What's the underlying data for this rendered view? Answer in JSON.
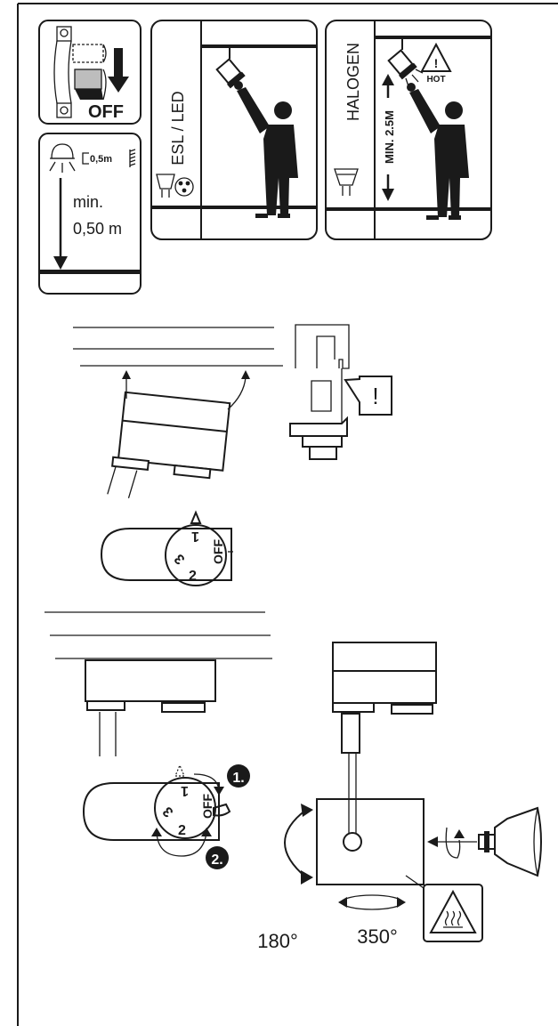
{
  "colors": {
    "ink": "#1a1a1a",
    "paper": "#ffffff",
    "grey": "#bdbdbd"
  },
  "panels": {
    "switch_off": {
      "label": "OFF",
      "icons": [
        "circuit-breaker-icon",
        "down-arrow-icon"
      ]
    },
    "distance": {
      "badge": "0,5m",
      "min_label": "min.",
      "distance_label": "0,50 m",
      "icons": [
        "lamp-icon",
        "arrow-down-icon"
      ]
    },
    "esl_led": {
      "label": "ESL / LED",
      "icons": [
        "spotlight-icon",
        "person-icon",
        "led-bulb-icon",
        "cfl-bulb-icon"
      ]
    },
    "halogen": {
      "label": "HALOGEN",
      "hot_label": "HOT",
      "height_label": "MIN. 2.5M",
      "warning": "!",
      "icons": [
        "spotlight-icon",
        "warning-triangle-icon",
        "person-icon",
        "halogen-bulb-icon"
      ]
    }
  },
  "install": {
    "caution_mark": "!"
  },
  "dial1": {
    "labels": [
      "1",
      "3",
      "2",
      "OFF"
    ]
  },
  "dial2": {
    "labels": [
      "1",
      "3",
      "2",
      "OFF"
    ],
    "steps": [
      "1.",
      "2."
    ]
  },
  "rotation": {
    "tilt_label": "180°",
    "rotate_label": "350°",
    "icons": [
      "hot-surface-warning-icon",
      "gu10-bulb-icon"
    ]
  }
}
